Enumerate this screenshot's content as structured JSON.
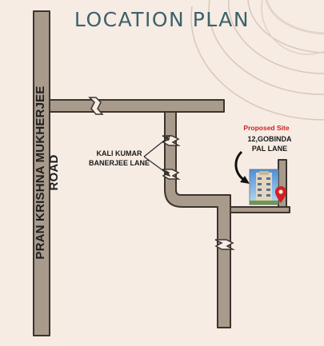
{
  "title": "LOCATION PLAN",
  "roads": {
    "main_road": "PRAN KRISHNA MUKHERJEE ROAD",
    "lane_label_line1": "KALI KUMAR",
    "lane_label_line2": "BANERJEE LANE"
  },
  "site": {
    "label": "Proposed Site",
    "address_line1": "12,GOBINDA",
    "address_line2": "PAL LANE"
  },
  "colors": {
    "background": "#f6ece4",
    "road_fill": "#a99b8c",
    "road_border": "#3b342e",
    "title": "#3e6169",
    "marker": "#d22020"
  },
  "icons": [
    "location-pin-icon",
    "building-icon",
    "curved-arrow-icon",
    "road-break-icon"
  ]
}
